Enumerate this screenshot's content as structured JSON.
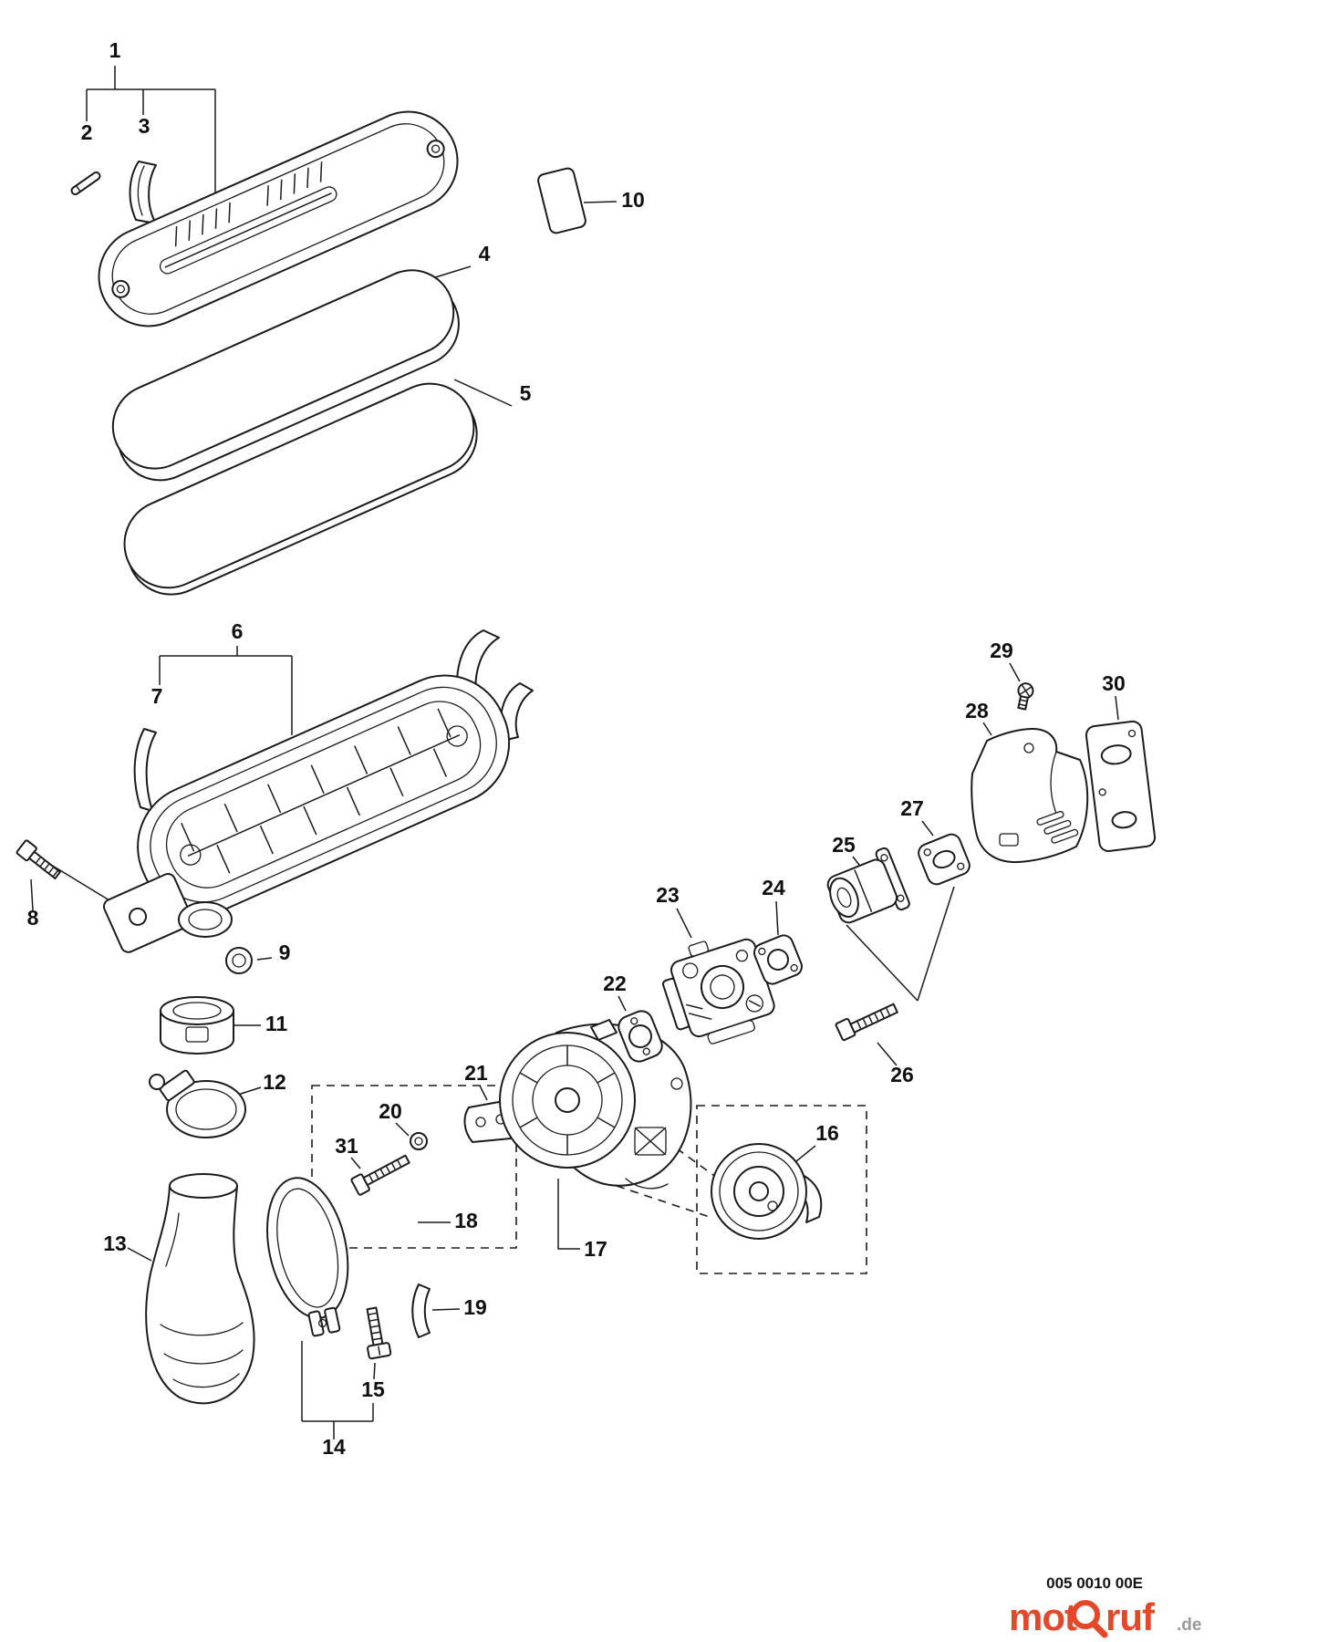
{
  "footer": {
    "part_code": "005 0010 00E",
    "watermark": {
      "pre": "mot",
      "post": "ruf",
      "tld": ".de"
    }
  },
  "colors": {
    "ink": "#1b1b1b",
    "watermark": "#e2492b",
    "watermark_tld": "#9a9a9a"
  },
  "labels": [
    "1",
    "2",
    "3",
    "4",
    "5",
    "6",
    "7",
    "8",
    "9",
    "10",
    "11",
    "12",
    "13",
    "14",
    "15",
    "16",
    "17",
    "18",
    "19",
    "20",
    "21",
    "22",
    "23",
    "24",
    "25",
    "26",
    "27",
    "28",
    "29",
    "30",
    "31"
  ]
}
